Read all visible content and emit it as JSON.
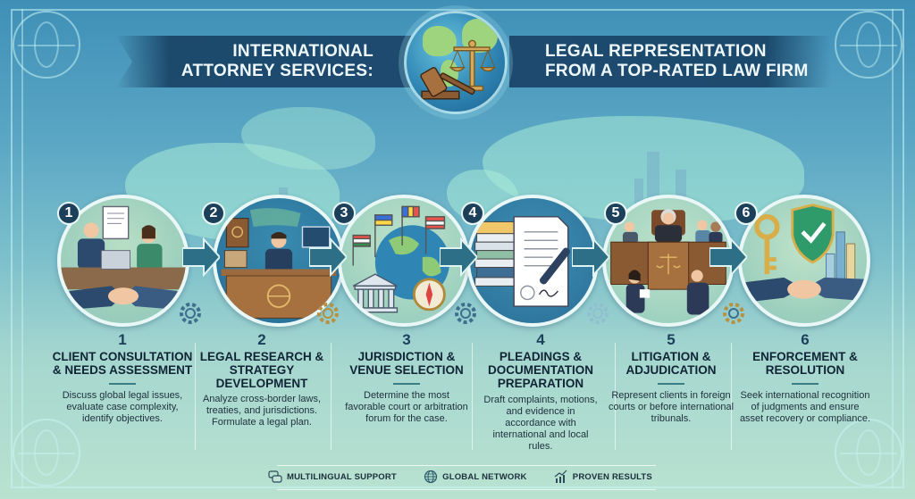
{
  "header": {
    "title_left": [
      "INTERNATIONAL",
      "ATTORNEY SERVICES:"
    ],
    "title_right": [
      "LEGAL REPRESENTATION",
      "FROM A TOP-RATED LAW FIRM"
    ],
    "center_icon": "globe-gavel-scales-icon"
  },
  "steps": [
    {
      "number": "1",
      "badge": "1",
      "title": "CLIENT CONSULTATION & NEEDS ASSESSMENT",
      "description": "Discuss global legal issues, evaluate case complexity, identify objectives.",
      "illustration": "consultation-handshake-icon"
    },
    {
      "number": "2",
      "badge": "2",
      "title": "LEGAL RESEARCH & STRATEGY DEVELOPMENT",
      "description": "Analyze cross-border laws, treaties, and jurisdictions. Formulate a legal plan.",
      "illustration": "attorney-desk-research-icon"
    },
    {
      "number": "3",
      "badge": "3",
      "title": "JURISDICTION & VENUE SELECTION",
      "description": "Determine the most favorable court or arbitration forum for the case.",
      "illustration": "globe-flags-compass-icon"
    },
    {
      "number": "4",
      "badge": "4",
      "title": "PLEADINGS & DOCUMENTATION PREPARATION",
      "description": "Draft complaints, motions, and evidence in accordance with international and local rules.",
      "illustration": "documents-pen-icon"
    },
    {
      "number": "5",
      "badge": "5",
      "title": "LITIGATION & ADJUDICATION",
      "description": "Represent clients in foreign courts or before international tribunals.",
      "illustration": "courtroom-icon"
    },
    {
      "number": "6",
      "badge": "6",
      "title": "ENFORCEMENT & RESOLUTION",
      "description": "Seek international recognition of judgments and ensure asset recovery or compliance.",
      "illustration": "key-shield-handshake-icon"
    }
  ],
  "footer": {
    "items": [
      {
        "label": "MULTILINGUAL SUPPORT",
        "icon": "chat-bubbles-icon"
      },
      {
        "label": "GLOBAL NETWORK",
        "icon": "globe-icon"
      },
      {
        "label": "PROVEN RESULTS",
        "icon": "growth-chart-icon"
      }
    ]
  },
  "colors": {
    "banner": "#1d4a6e",
    "badge": "#1c3f5a",
    "title_text": "#102436",
    "background_top": "#3f8fb7",
    "background_bottom": "#b9e2d0"
  }
}
